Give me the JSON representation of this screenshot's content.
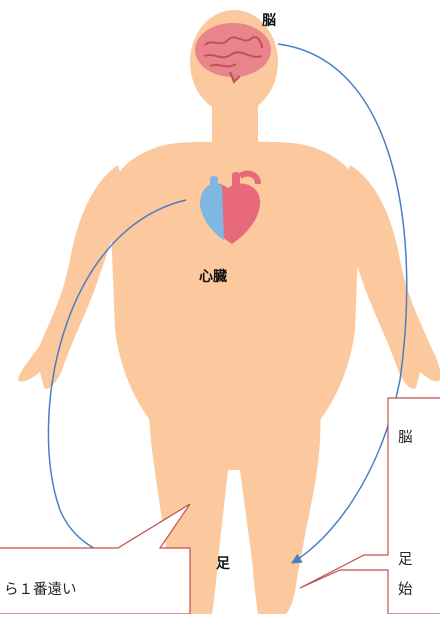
{
  "labels": {
    "brain": "脳",
    "heart": "心臓",
    "foot": "足"
  },
  "callout_left": {
    "line1": "ら１番遠い"
  },
  "callout_right": {
    "line1": "脳",
    "line2": "足",
    "line3": "始"
  },
  "colors": {
    "body": "#FCC89E",
    "arrow": "#4A7EC2",
    "callout_border": "#C0504D",
    "brain": "#E9848B",
    "heart_red": "#E86A7A",
    "heart_blue": "#7FB7E3"
  },
  "icons": [
    "brain-icon",
    "heart-icon"
  ]
}
